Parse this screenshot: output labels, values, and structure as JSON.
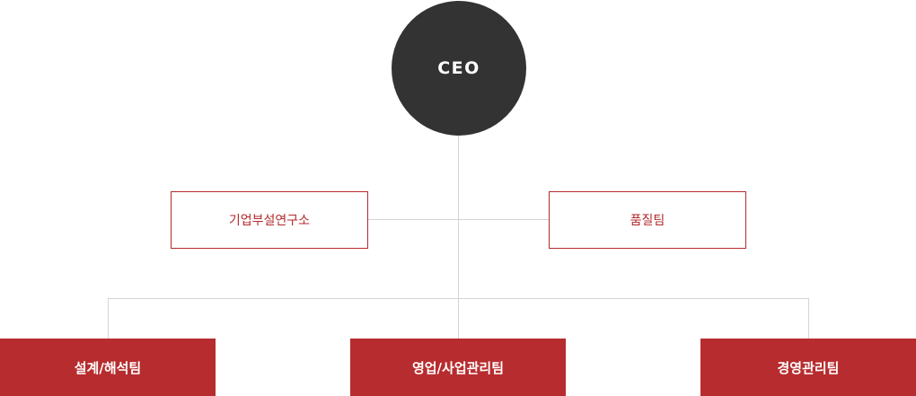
{
  "org_chart": {
    "root": {
      "label": "CEO"
    },
    "staff_units": [
      {
        "label": "기업부설연구소"
      },
      {
        "label": "품질팀"
      }
    ],
    "teams": [
      {
        "label": "설계/해석팀"
      },
      {
        "label": "영업/사업관리팀"
      },
      {
        "label": "경영관리팀"
      }
    ]
  },
  "colors": {
    "ceo_circle": "#333333",
    "accent_red": "#b72c2e",
    "connector": "#d4d4d4"
  }
}
